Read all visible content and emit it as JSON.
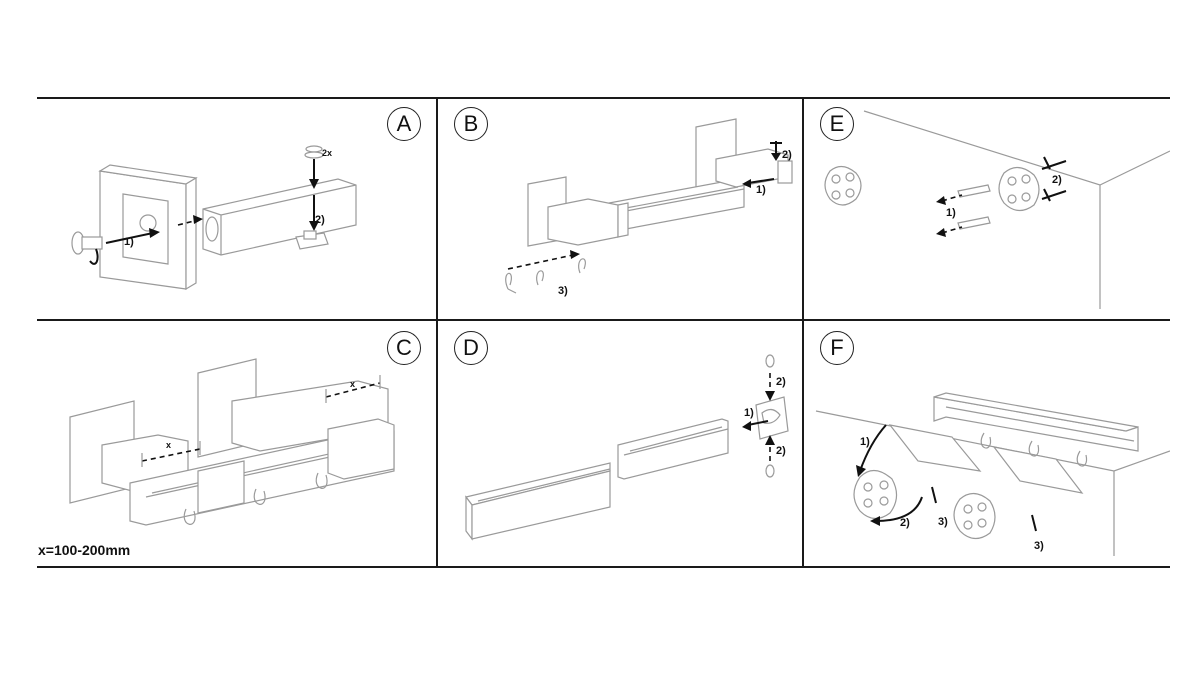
{
  "panels": {
    "A": {
      "letter": "A",
      "labels": {
        "step1": "1)",
        "step2": "2)",
        "qty": "2x"
      }
    },
    "B": {
      "letter": "B",
      "labels": {
        "step1": "1)",
        "step2": "2)",
        "step3": "3)"
      }
    },
    "E": {
      "letter": "E",
      "labels": {
        "step1": "1)",
        "step2": "2)"
      }
    },
    "C": {
      "letter": "C",
      "labels": {
        "x1": "x",
        "x2": "x"
      },
      "note": "x=100-200mm"
    },
    "D": {
      "letter": "D",
      "labels": {
        "step1": "1)",
        "step2a": "2)",
        "step2b": "2)"
      }
    },
    "F": {
      "letter": "F",
      "labels": {
        "step1": "1)",
        "step2": "2)",
        "step3a": "3)",
        "step3b": "3)"
      }
    }
  }
}
